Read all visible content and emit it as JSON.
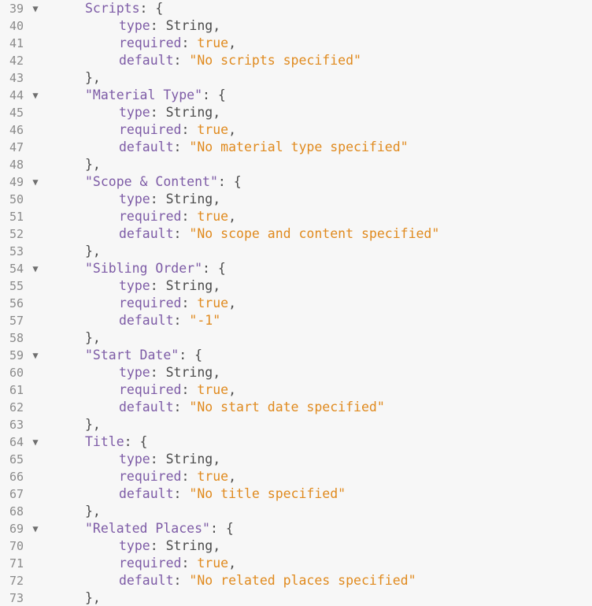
{
  "colors": {
    "background": "#f7f7f7",
    "line_number": "#8a8a8a",
    "key": "#7d5ba6",
    "plain": "#4a4a4a",
    "string": "#e08a1e"
  },
  "fold_icon": "triangle-down",
  "lines": [
    {
      "num": "39",
      "fold": "▼",
      "key": "Scripts",
      "tail": ": {"
    },
    {
      "num": "40",
      "prop": "type",
      "sep": ": ",
      "val": "String",
      "end": ","
    },
    {
      "num": "41",
      "prop": "required",
      "sep": ": ",
      "val": "true",
      "end": ","
    },
    {
      "num": "42",
      "prop": "default",
      "sep": ": ",
      "val": "\"No scripts specified\"",
      "end": ""
    },
    {
      "num": "43",
      "close": "},"
    },
    {
      "num": "44",
      "fold": "▼",
      "key": "\"Material Type\"",
      "tail": ": {"
    },
    {
      "num": "45",
      "prop": "type",
      "sep": ": ",
      "val": "String",
      "end": ","
    },
    {
      "num": "46",
      "prop": "required",
      "sep": ": ",
      "val": "true",
      "end": ","
    },
    {
      "num": "47",
      "prop": "default",
      "sep": ": ",
      "val": "\"No material type specified\"",
      "end": ""
    },
    {
      "num": "48",
      "close": "},"
    },
    {
      "num": "49",
      "fold": "▼",
      "key": "\"Scope & Content\"",
      "tail": ": {"
    },
    {
      "num": "50",
      "prop": "type",
      "sep": ": ",
      "val": "String",
      "end": ","
    },
    {
      "num": "51",
      "prop": "required",
      "sep": ": ",
      "val": "true",
      "end": ","
    },
    {
      "num": "52",
      "prop": "default",
      "sep": ": ",
      "val": "\"No scope and content specified\"",
      "end": ""
    },
    {
      "num": "53",
      "close": "},"
    },
    {
      "num": "54",
      "fold": "▼",
      "key": "\"Sibling Order\"",
      "tail": ": {"
    },
    {
      "num": "55",
      "prop": "type",
      "sep": ": ",
      "val": "String",
      "end": ","
    },
    {
      "num": "56",
      "prop": "required",
      "sep": ": ",
      "val": "true",
      "end": ","
    },
    {
      "num": "57",
      "prop": "default",
      "sep": ": ",
      "val": "\"-1\"",
      "end": ""
    },
    {
      "num": "58",
      "close": "},"
    },
    {
      "num": "59",
      "fold": "▼",
      "key": "\"Start Date\"",
      "tail": ": {"
    },
    {
      "num": "60",
      "prop": "type",
      "sep": ": ",
      "val": "String",
      "end": ","
    },
    {
      "num": "61",
      "prop": "required",
      "sep": ": ",
      "val": "true",
      "end": ","
    },
    {
      "num": "62",
      "prop": "default",
      "sep": ": ",
      "val": "\"No start date specified\"",
      "end": ""
    },
    {
      "num": "63",
      "close": "},"
    },
    {
      "num": "64",
      "fold": "▼",
      "key": "Title",
      "tail": ": {"
    },
    {
      "num": "65",
      "prop": "type",
      "sep": ": ",
      "val": "String",
      "end": ","
    },
    {
      "num": "66",
      "prop": "required",
      "sep": ": ",
      "val": "true",
      "end": ","
    },
    {
      "num": "67",
      "prop": "default",
      "sep": ": ",
      "val": "\"No title specified\"",
      "end": ""
    },
    {
      "num": "68",
      "close": "},"
    },
    {
      "num": "69",
      "fold": "▼",
      "key": "\"Related Places\"",
      "tail": ": {"
    },
    {
      "num": "70",
      "prop": "type",
      "sep": ": ",
      "val": "String",
      "end": ","
    },
    {
      "num": "71",
      "prop": "required",
      "sep": ": ",
      "val": "true",
      "end": ","
    },
    {
      "num": "72",
      "prop": "default",
      "sep": ": ",
      "val": "\"No related places specified\"",
      "end": ""
    },
    {
      "num": "73",
      "close": "},"
    }
  ]
}
